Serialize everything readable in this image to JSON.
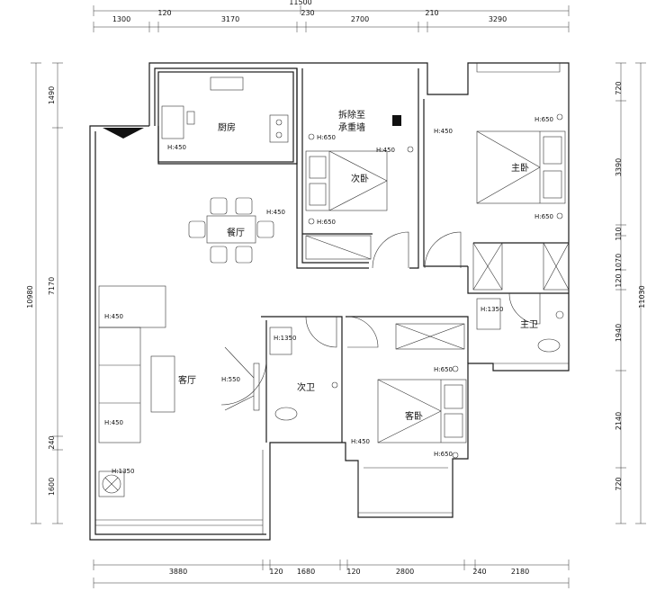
{
  "dimensions": {
    "top_total": "11500",
    "top": [
      "1300",
      "120",
      "3170",
      "230",
      "2700",
      "210",
      "3290"
    ],
    "bottom": [
      "3880",
      "120",
      "1680",
      "120",
      "2800",
      "240",
      "2180"
    ],
    "left_total": "10980",
    "left": [
      "1490",
      "7170",
      "240",
      "1600"
    ],
    "right_total": "11030",
    "right": [
      "720",
      "3390",
      "110",
      "1070",
      "120",
      "1940",
      "2140",
      "720"
    ]
  },
  "rooms": {
    "kitchen": "厨房",
    "dining": "餐厅",
    "living": "客厅",
    "second_bedroom": "次卧",
    "master_bedroom": "主卧",
    "master_bath": "主卫",
    "second_bath": "次卫",
    "guest_bedroom": "客卧"
  },
  "annotations": {
    "demolish_line1": "拆除至",
    "demolish_line2": "承重墙"
  },
  "heights": {
    "kitchen_450": "H:450",
    "second_bed_650_top": "H:650",
    "second_bed_450": "H:450",
    "dining_450": "H:450",
    "second_bed_650_bottom": "H:650",
    "master_bed_450": "H:450",
    "master_bed_650_top": "H:650",
    "master_bed_650_bottom": "H:650",
    "master_bath_1350": "H:1350",
    "living_450_top": "H:450",
    "living_550": "H:550",
    "living_450_bottom": "H:450",
    "second_bath_1350": "H:1350",
    "guest_650_top": "H:650",
    "guest_450": "H:450",
    "guest_650_bottom": "H:650",
    "balcony_1350": "H:1350"
  }
}
